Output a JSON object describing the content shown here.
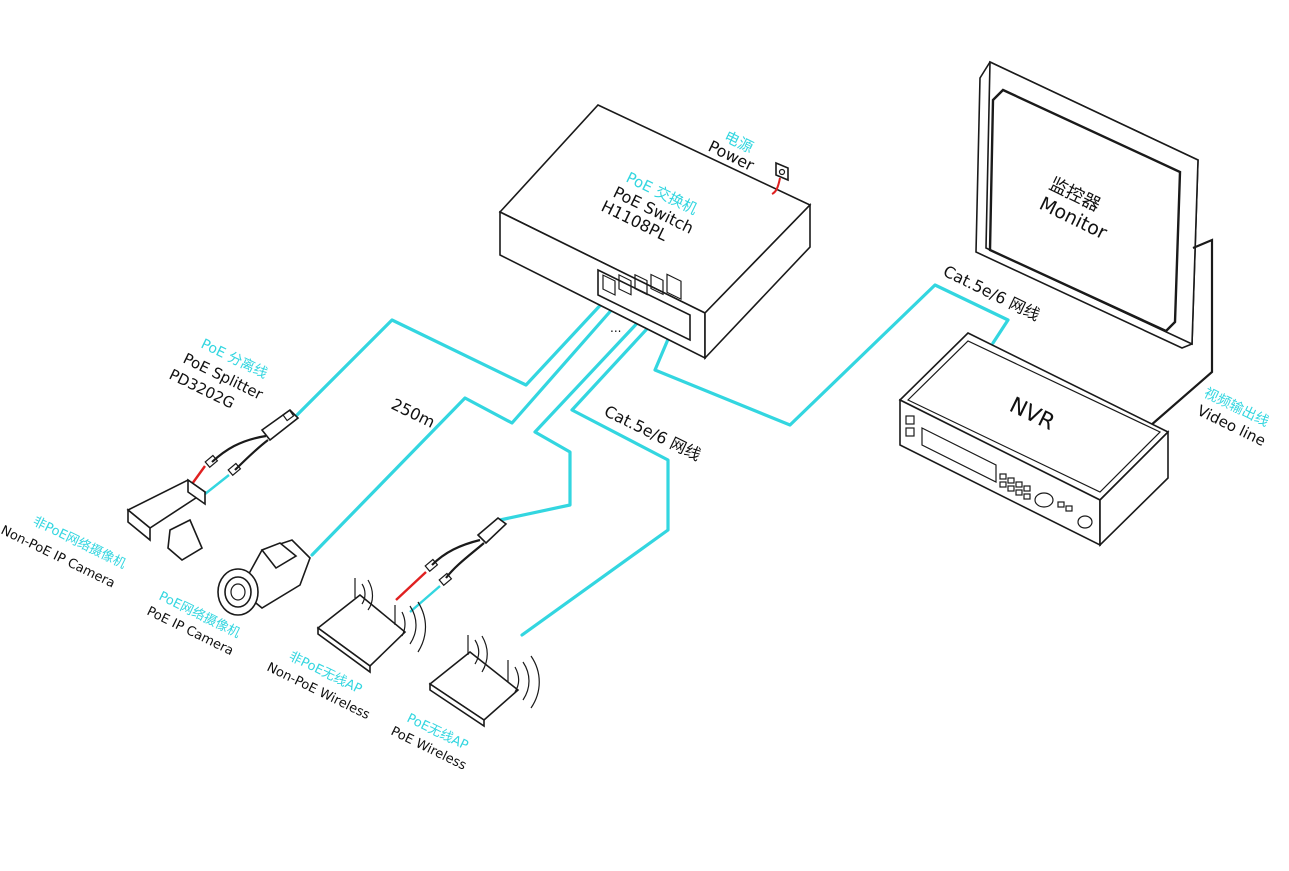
{
  "colors": {
    "cable": "#33d6e0",
    "label_accent": "#33d6e0",
    "power_wire": "#e02020",
    "line": "#1a1a1a"
  },
  "switch": {
    "title_cn": "PoE 交换机",
    "title_en": "PoE Switch",
    "model": "H1108PL",
    "port_dots": "...",
    "power_cn": "电源",
    "power_en": "Power"
  },
  "monitor": {
    "title_cn": "监控器",
    "title_en": "Monitor"
  },
  "nvr": {
    "title": "NVR"
  },
  "cables": {
    "cat_right": "Cat.5e/6 网线",
    "cat_mid": "Cat.5e/6 网线",
    "distance": "250m",
    "video_cn": "视频输出线",
    "video_en": "Video line"
  },
  "splitter": {
    "title_cn": "PoE 分离线",
    "title_en": "PoE Splitter",
    "model": "PD3202G"
  },
  "devices": {
    "nonpoe_camera": {
      "cn": "非PoE网络摄像机",
      "en": "Non-PoE IP Camera"
    },
    "poe_camera": {
      "cn": "PoE网络摄像机",
      "en": "PoE IP Camera"
    },
    "nonpoe_ap": {
      "cn": "非PoE无线AP",
      "en": "Non-PoE Wireless"
    },
    "poe_ap": {
      "cn": "PoE无线AP",
      "en": "PoE Wireless"
    }
  }
}
